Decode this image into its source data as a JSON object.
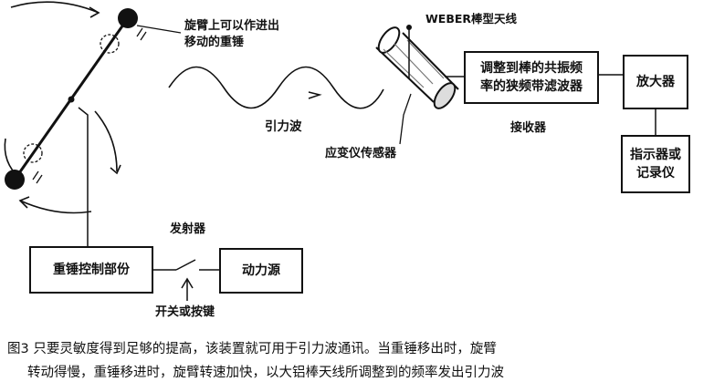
{
  "labels": {
    "rotating_arm_l1": "旋臂上可以作进出",
    "rotating_arm_l2": "移动的重锤",
    "antenna": "WEBER棒型天线",
    "gravity_wave": "引力波",
    "strain_sensor": "应变仪传感器",
    "receiver": "接收器",
    "transmitter": "发射器",
    "switch": "开关或按键"
  },
  "boxes": {
    "tuned_filter_l1": "调整到棒的共振频",
    "tuned_filter_l2": "率的狭频带滤波器",
    "amplifier": "放大器",
    "indicator_l1": "指示器或",
    "indicator_l2": "记录仪",
    "weight_control": "重锤控制部份",
    "power_source": "动力源"
  },
  "caption": {
    "line1": "图3   只要灵敏度得到足够的提高，该装置就可用于引力波通讯。当重锤移出时，旋臂",
    "line2": "转动得慢，重锤移进时，旋臂转速加快，以大铝棒天线所调整到的频率发出引力波"
  }
}
